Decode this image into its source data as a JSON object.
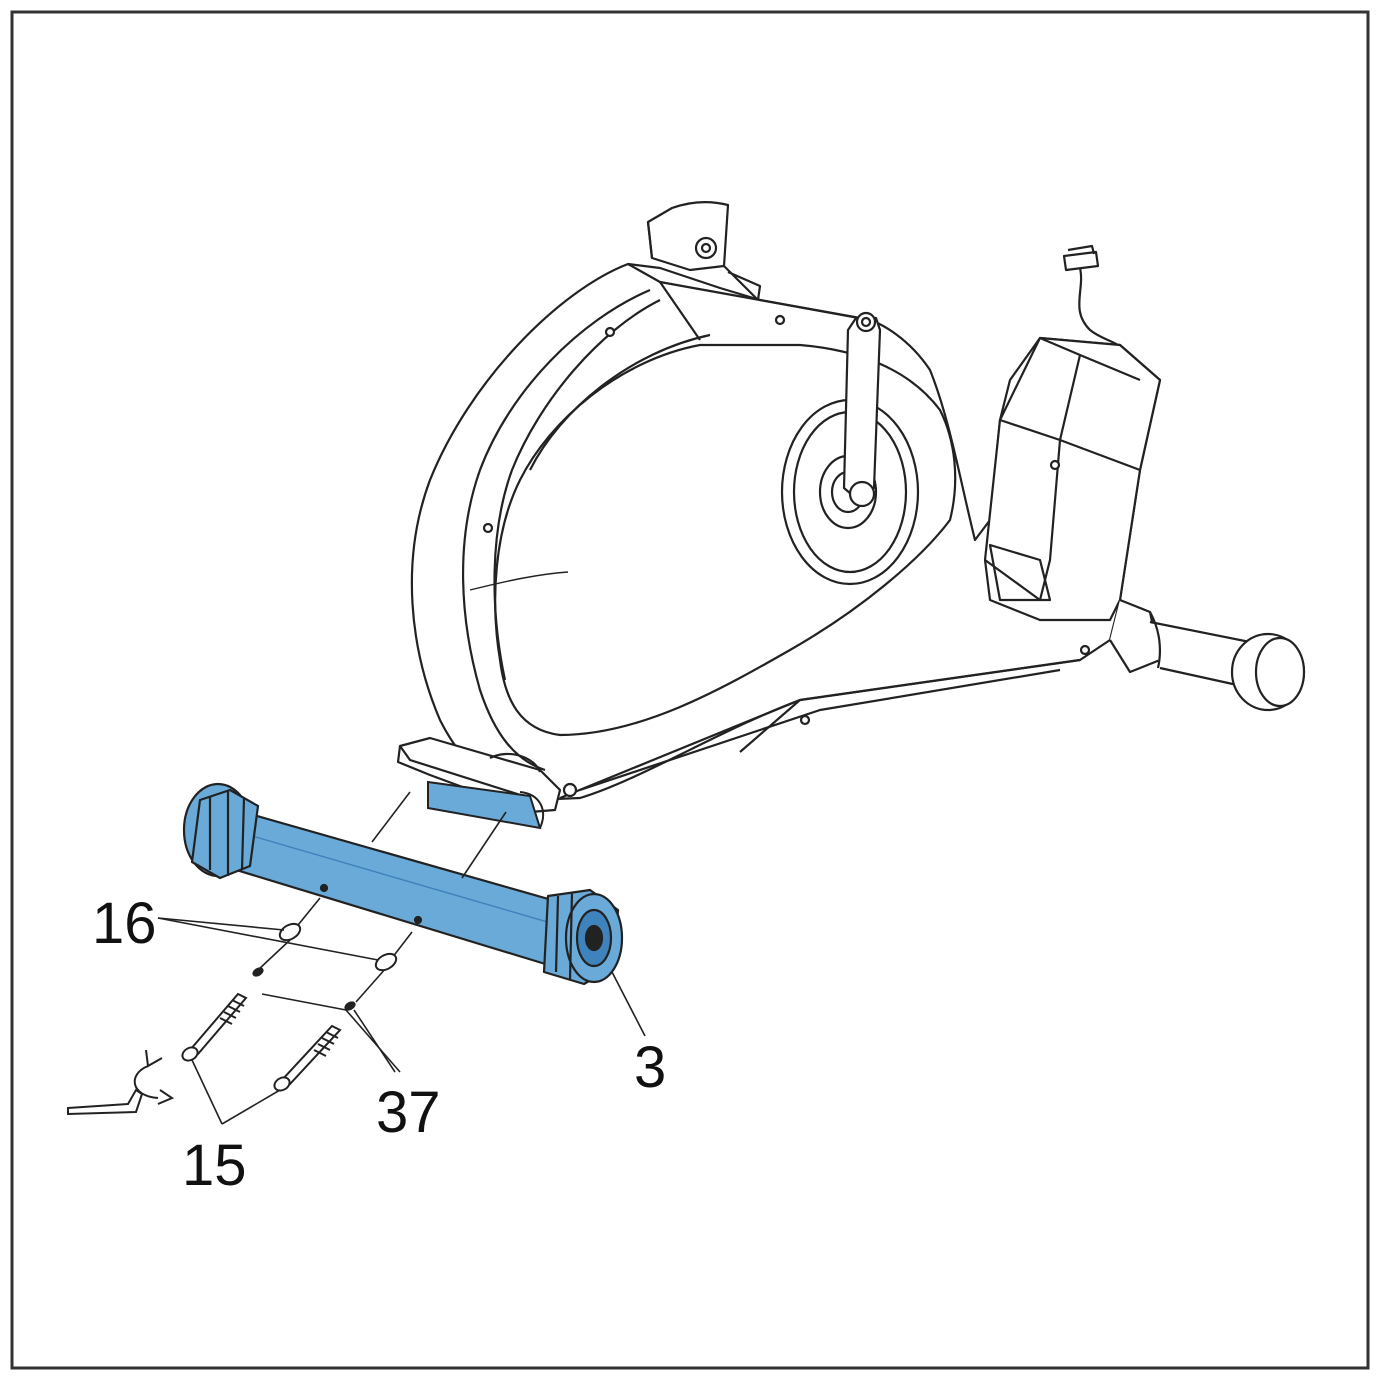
{
  "diagram": {
    "colors": {
      "frame": "#333333",
      "line": "#222222",
      "highlight": "#6aaad8",
      "highlight_dark": "#3f83bd",
      "background": "#ffffff"
    },
    "callouts": {
      "part_16": "16",
      "part_3": "3",
      "part_37": "37",
      "part_15": "15"
    },
    "icons": [
      "rotate-arrow-icon",
      "allen-key-icon"
    ]
  }
}
